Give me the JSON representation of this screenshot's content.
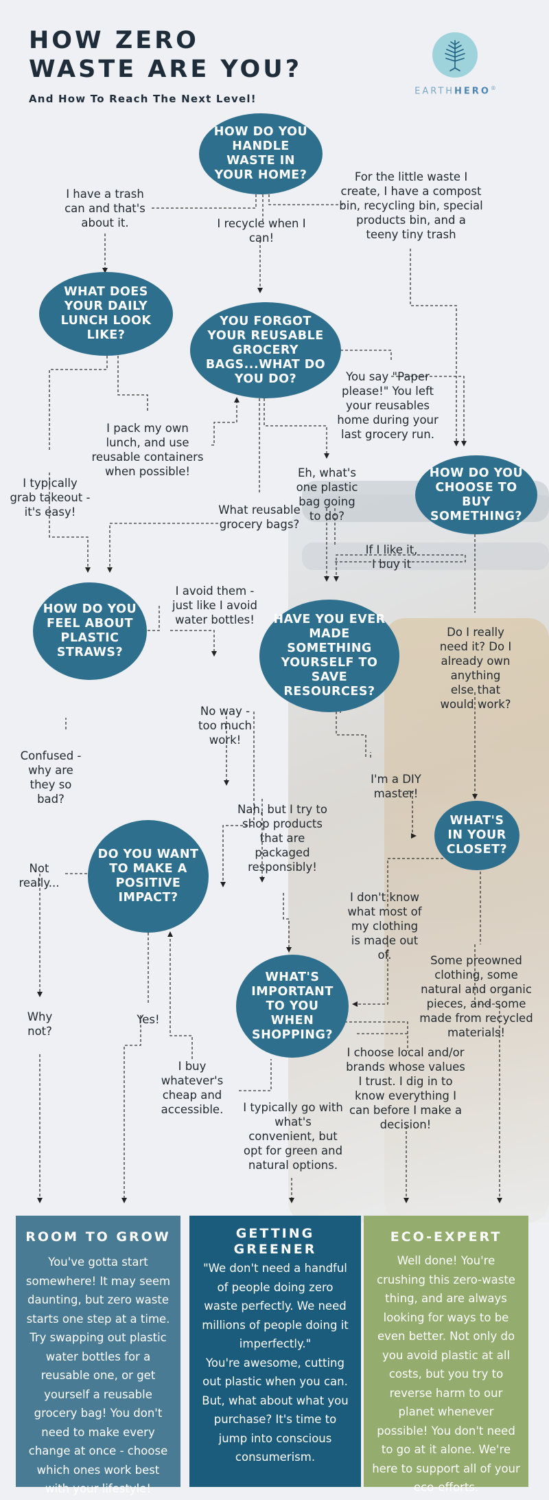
{
  "header": {
    "title_line1": "HOW ZERO",
    "title_line2": "WASTE ARE YOU?",
    "subtitle": "And How To Reach The Next Level!"
  },
  "logo": {
    "text_earth": "EARTH",
    "text_hero": "HERO",
    "text_mark": "®",
    "icon": "tree-icon"
  },
  "colors": {
    "node": "#2f6f8e",
    "room_to_grow": "#4a7b95",
    "getting_greener": "#1b5b7c",
    "eco_expert": "#94ad6e"
  },
  "questions": {
    "q1": "HOW DO YOU HANDLE WASTE IN YOUR HOME?",
    "q2": "WHAT DOES YOUR DAILY LUNCH LOOK LIKE?",
    "q3": "YOU FORGOT YOUR REUSABLE GROCERY BAGS...WHAT DO YOU DO?",
    "q4": "HOW DO YOU CHOOSE TO BUY SOMETHING?",
    "q5": "HOW DO YOU FEEL ABOUT PLASTIC STRAWS?",
    "q6": "HAVE YOU EVER MADE SOMETHING YOURSELF TO SAVE RESOURCES?",
    "q7": "WHAT'S IN YOUR CLOSET?",
    "q8": "DO YOU WANT TO MAKE A POSITIVE IMPACT?",
    "q9": "WHAT'S IMPORTANT TO YOU WHEN SHOPPING?"
  },
  "answers": {
    "trash_can": "I have a trash can and that's about it.",
    "recycle": "I recycle when I can!",
    "compost": "For the little waste I create, I have a compost bin, recycling bin, special products bin, and a teeny tiny trash",
    "pack_lunch": "I pack my own lunch, and use reusable containers when possible!",
    "takeout": "I typically grab takeout - it's easy!",
    "paper_please": "You say \"Paper please!\" You left your reusables home during your last grocery run.",
    "what_bags": "What reusable grocery bags?",
    "plastic_bag": "Eh, what's one plastic bag going to do?",
    "if_like": "If I like it, I buy it",
    "avoid_them": "I avoid them - just like I avoid water bottles!",
    "really_need": "Do I really need it? Do I already own anything else that would work?",
    "confused": "Confused - why are they so bad?",
    "no_way": "No way - too much work!",
    "diy": "I'm a DIY master!",
    "nah_try": "Nah, but I try to shop products that are packaged responsibly!",
    "dont_know": "I don't know what most of my clothing is made out of.",
    "preowned": "Some preowned clothing, some natural and organic pieces, and some made from recycled materials!",
    "not_really": "Not really...",
    "why_not": "Why not?",
    "yes": "Yes!",
    "cheap": "I buy whatever's cheap and accessible.",
    "convenient": "I typically go with what's convenient, but opt for green and natural options.",
    "local_brands": "I choose local and/or brands whose values I trust. I dig in to know everything I can before I make a decision!"
  },
  "results": {
    "room": {
      "title": "ROOM TO GROW",
      "body": "You've gotta start somewhere! It may seem daunting, but zero waste starts one step at a time. Try swapping out plastic water bottles for a reusable one, or get yourself a reusable grocery bag! You don't need to make every change at once - choose which ones work best with your lifestyle!"
    },
    "greener": {
      "title_line1": "GETTING",
      "title_line2": "GREENER",
      "quote": "\"We don't need a handful of people doing zero waste perfectly. We need millions of people doing it imperfectly.\"",
      "body": "You're awesome, cutting out plastic when you can. But, what about what you purchase? It's time to jump into conscious consumerism."
    },
    "expert": {
      "title": "ECO-EXPERT",
      "body": "Well done! You're crushing this zero-waste thing, and are always looking for ways to be even better. Not only do you avoid plastic at all costs, but you try to reverse harm to our planet whenever possible! You don't need to go at it alone. We're here to support all of your eco-efforts."
    }
  }
}
